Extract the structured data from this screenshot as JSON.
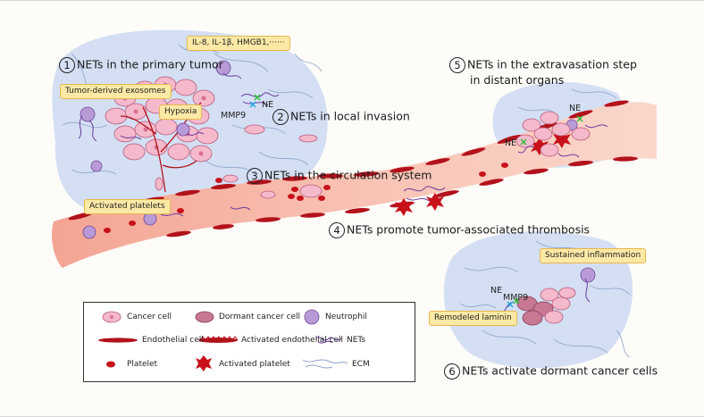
{
  "steps": {
    "s1": {
      "num": "1",
      "label": "NETs in the primary tumor"
    },
    "s2": {
      "num": "2",
      "label": "NETs in local invasion"
    },
    "s3": {
      "num": "3",
      "label": "NETs in the circulation system"
    },
    "s4": {
      "num": "4",
      "label": "NETs promote tumor-associated thrombosis"
    },
    "s5": {
      "num": "5",
      "label_line1": "NETs in the extravasation step",
      "label_line2": "in distant organs"
    },
    "s6": {
      "num": "6",
      "label": "NETs activate dormant cancer cells"
    }
  },
  "callouts": {
    "cytokines": "IL-8, IL-1β, HMGB1,······",
    "exosomes": "Tumor-derived exosomes",
    "hypoxia": "Hypoxia",
    "platelets": "Activated platelets",
    "inflammation": "Sustained inflammation",
    "laminin": "Remodeled laminin"
  },
  "small_labels": {
    "ne_primary": "NE",
    "mmp9_primary": "MMP9",
    "ne_distant_a": "NE",
    "ne_distant_b": "NE",
    "ne_dormant": "NE",
    "mmp9_dormant": "MMP9"
  },
  "legend": {
    "cancer_cell": "Cancer cell",
    "dormant_cancer_cell": "Dormant cancer cell",
    "neutrophil": "Neutrophil",
    "endothelial_cell": "Endothelial cell",
    "activated_endothelial_cell": "Activated endothelial cell",
    "nets": "NETs",
    "platelet": "Platelet",
    "activated_platelet": "Activated platelet",
    "ecm": "ECM"
  },
  "colors": {
    "ecm_region": "#cfdcf2",
    "vessel": "#f6b7a6",
    "endothelial": "#b3121b",
    "cancer_cell": "#f5b9cc",
    "dormant_cell": "#c87893",
    "neutrophil": "#b89ad6",
    "nets": "#6a3aa1",
    "callout_fill": "#fde9a6"
  }
}
